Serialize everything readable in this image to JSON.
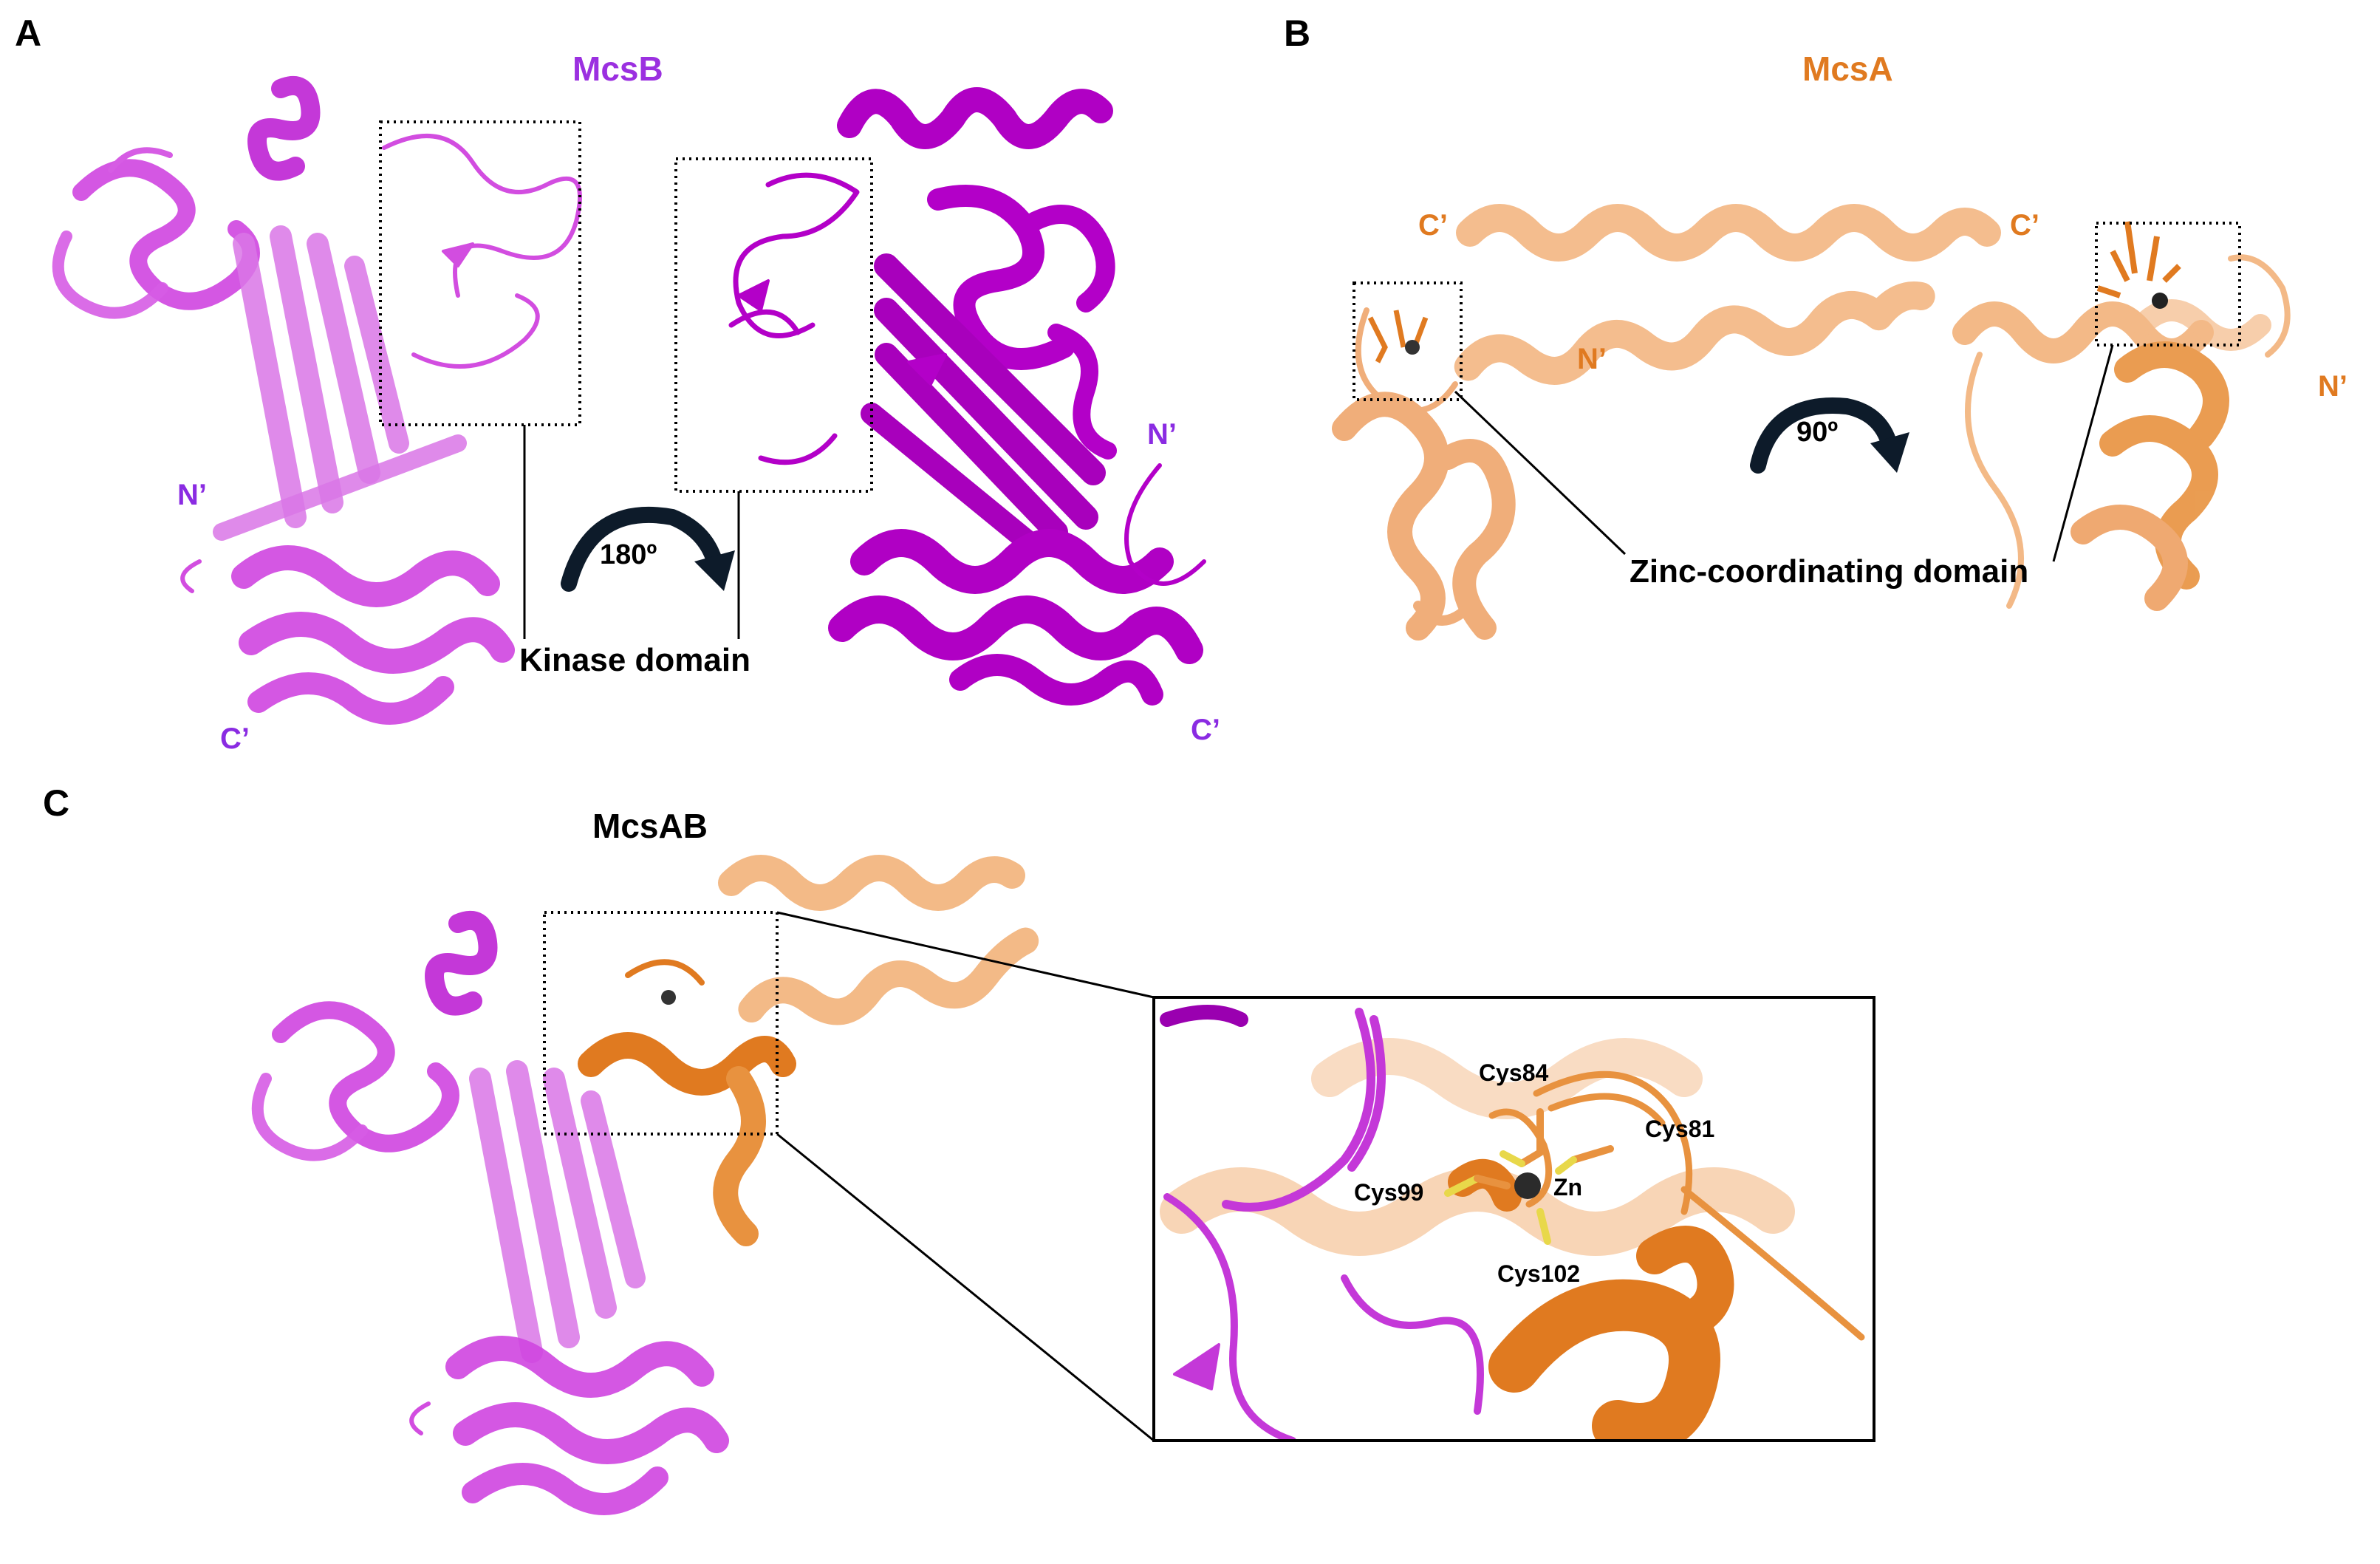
{
  "panels": {
    "A": {
      "letter": "A",
      "title": "McsB",
      "n_term": "N’",
      "c_term": "C’",
      "n_term_right": "N’",
      "c_term_right": "C’",
      "rotation": "180º",
      "domain_label": "Kinase domain"
    },
    "B": {
      "letter": "B",
      "title": "McsA",
      "c_term_left": "C’",
      "n_term_left": "N’",
      "c_term_right": "C’",
      "n_term_right": "N’",
      "rotation": "90º",
      "domain_label": "Zinc-coordinating domain"
    },
    "C": {
      "letter": "C",
      "title": "McsAB",
      "inset_labels": {
        "cys84": "Cys84",
        "cys81": "Cys81",
        "cys99": "Cys99",
        "zn": "Zn",
        "cys102": "Cys102"
      }
    }
  },
  "colors": {
    "mcsb_light": "#d24de0",
    "mcsb_dark": "#b300c8",
    "mcsa_light": "#f2b27a",
    "mcsa_dark": "#e07a20",
    "title_purple": "#9b30e0",
    "zinc": "#333333",
    "sulfur": "#e8d84a"
  },
  "icons": [
    "rotation-arrow-icon",
    "zinc-ion-icon"
  ]
}
